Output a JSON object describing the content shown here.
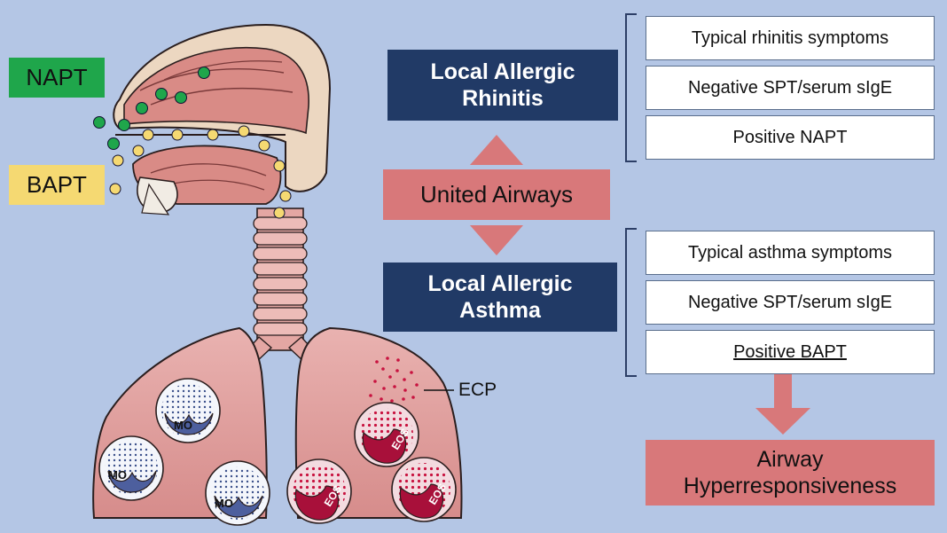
{
  "labels": {
    "napt": "NAPT",
    "bapt": "BAPT",
    "ecp": "ECP",
    "mo": "MO",
    "eos": "EOS"
  },
  "center": {
    "rhinitis": [
      "Local Allergic",
      "Rhinitis"
    ],
    "united": "United Airways",
    "asthma": [
      "Local Allergic",
      "Asthma"
    ]
  },
  "rhinitis_criteria": [
    "Typical rhinitis symptoms",
    "Negative SPT/serum sIgE",
    "Positive NAPT"
  ],
  "asthma_criteria": [
    "Typical asthma symptoms",
    "Negative SPT/serum sIgE",
    "Positive BAPT"
  ],
  "outcome": [
    "Airway",
    "Hyperresponsiveness"
  ],
  "colors": {
    "background": "#b4c6e5",
    "navy": "#213a66",
    "salmon": "#d8787a",
    "napt_green": "#1fa64b",
    "bapt_yellow": "#f5d972",
    "eos_red": "#b5123c",
    "tissue": "#e2a4a2"
  }
}
